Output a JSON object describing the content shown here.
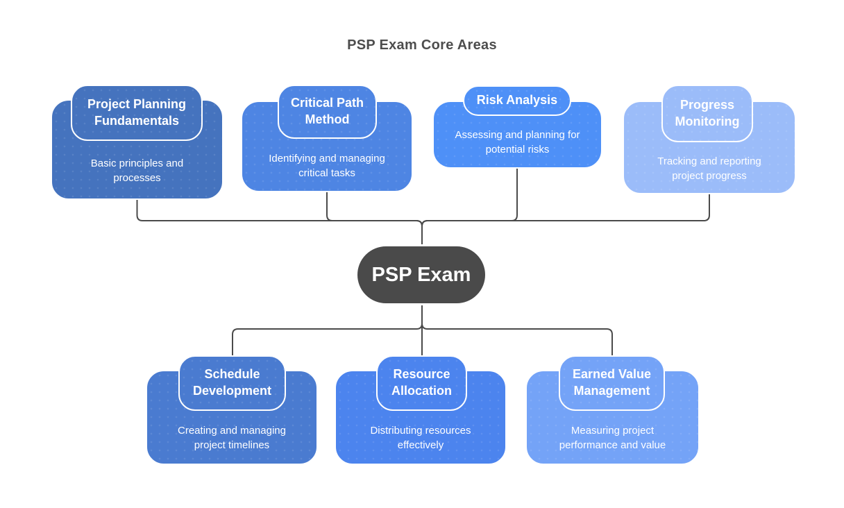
{
  "title": "PSP Exam Core Areas",
  "colors": {
    "background": "#ffffff",
    "title_text": "#4d4d4d",
    "connector": "#4a4a4a",
    "node_text": "#ffffff",
    "node_border": "#ffffff",
    "center_fill": "#4a4a4a"
  },
  "center_node": {
    "label": "PSP Exam"
  },
  "branches": {
    "top": [
      {
        "title": "Project Planning Fundamentals",
        "description": "Basic principles and processes",
        "color": "#4573be"
      },
      {
        "title": "Critical Path Method",
        "description": "Identifying and managing critical tasks",
        "color": "#4e85e3"
      },
      {
        "title": "Risk Analysis",
        "description": "Assessing and planning for potential risks",
        "color": "#4e90f7"
      },
      {
        "title": "Progress Monitoring",
        "description": "Tracking and reporting project progress",
        "color": "#9bbcf9"
      }
    ],
    "bottom": [
      {
        "title": "Schedule Development",
        "description": "Creating and managing project timelines",
        "color": "#4a7bd0"
      },
      {
        "title": "Resource Allocation",
        "description": "Distributing resources effectively",
        "color": "#4c84ee"
      },
      {
        "title": "Earned Value Management",
        "description": "Measuring project performance and value",
        "color": "#74a3f7"
      }
    ]
  }
}
